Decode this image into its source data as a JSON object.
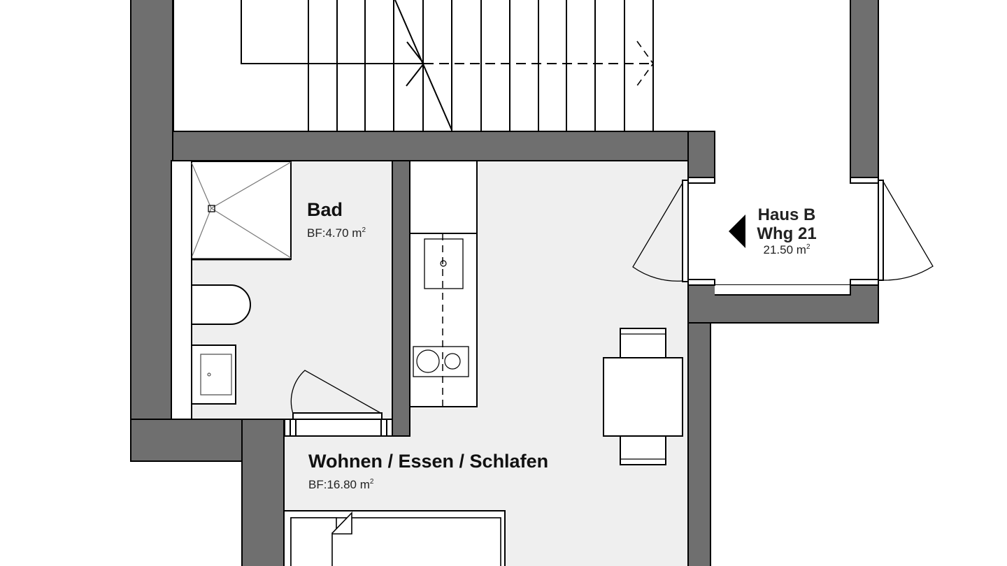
{
  "colors": {
    "wall": "#6f6f6f",
    "floor": "#efefef",
    "background": "#ffffff",
    "line": "#000000"
  },
  "rooms": {
    "bath": {
      "name": "Bad",
      "area_prefix": "BF:",
      "area_value": "4.70 m",
      "area_unit_sup": "2"
    },
    "living": {
      "name": "Wohnen / Essen / Schlafen",
      "area_prefix": "BF:",
      "area_value": "16.80 m",
      "area_unit_sup": "2"
    }
  },
  "unit": {
    "building": "Haus B",
    "apartment": "Whg 21",
    "area_value": "21.50 m",
    "area_unit_sup": "2",
    "entry_marker_icon": "triangle-left-icon"
  },
  "features": {
    "staircase": "stairs-with-direction-arrow",
    "shower": "shower-tray",
    "toilet": "wc",
    "washbasin": "washbasin",
    "kitchen": "kitchen-counter-sink-cooktop",
    "dining": "table-with-two-chairs",
    "bed": "double-bed"
  }
}
